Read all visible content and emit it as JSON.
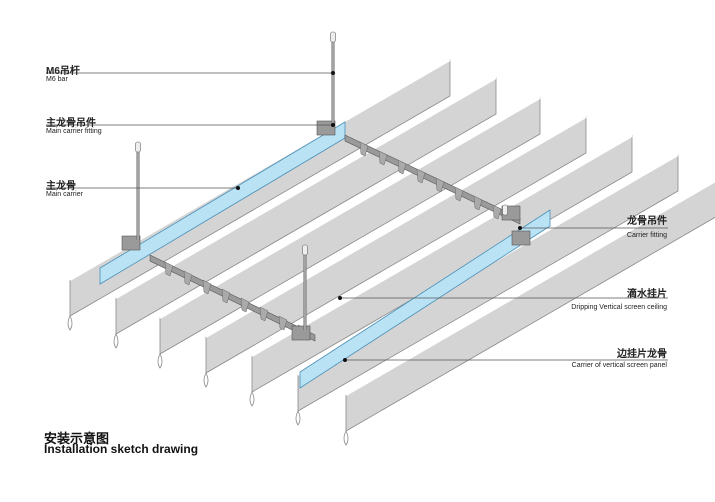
{
  "diagram": {
    "title_zh": "安装示意图",
    "title_en": "Installation sketch drawing",
    "labels": [
      {
        "id": "m6-bar",
        "zh": "M6吊杆",
        "en": "M6  bar"
      },
      {
        "id": "main-carrier-fitting",
        "zh": "主龙骨吊件",
        "en": "Main carrier fitting"
      },
      {
        "id": "main-carrier",
        "zh": "主龙骨",
        "en": "Main carrier"
      },
      {
        "id": "carrier-fitting",
        "zh": "龙骨吊件",
        "en": "Carrier fitting"
      },
      {
        "id": "dripping-screen",
        "zh": "滴水挂片",
        "en": "Dripping Vertical screen ceiling"
      },
      {
        "id": "vertical-screen-carrier",
        "zh": "边挂片龙骨",
        "en": "Carrier of vertical screen panel"
      }
    ],
    "colors": {
      "panel": "#d4d4d4",
      "panel_edge": "#8a8a8a",
      "carrier_blue": "#b9e2f5",
      "carrier_edge": "#4a90b8",
      "fitting": "#9a9a9a",
      "leader": "#555555"
    }
  }
}
